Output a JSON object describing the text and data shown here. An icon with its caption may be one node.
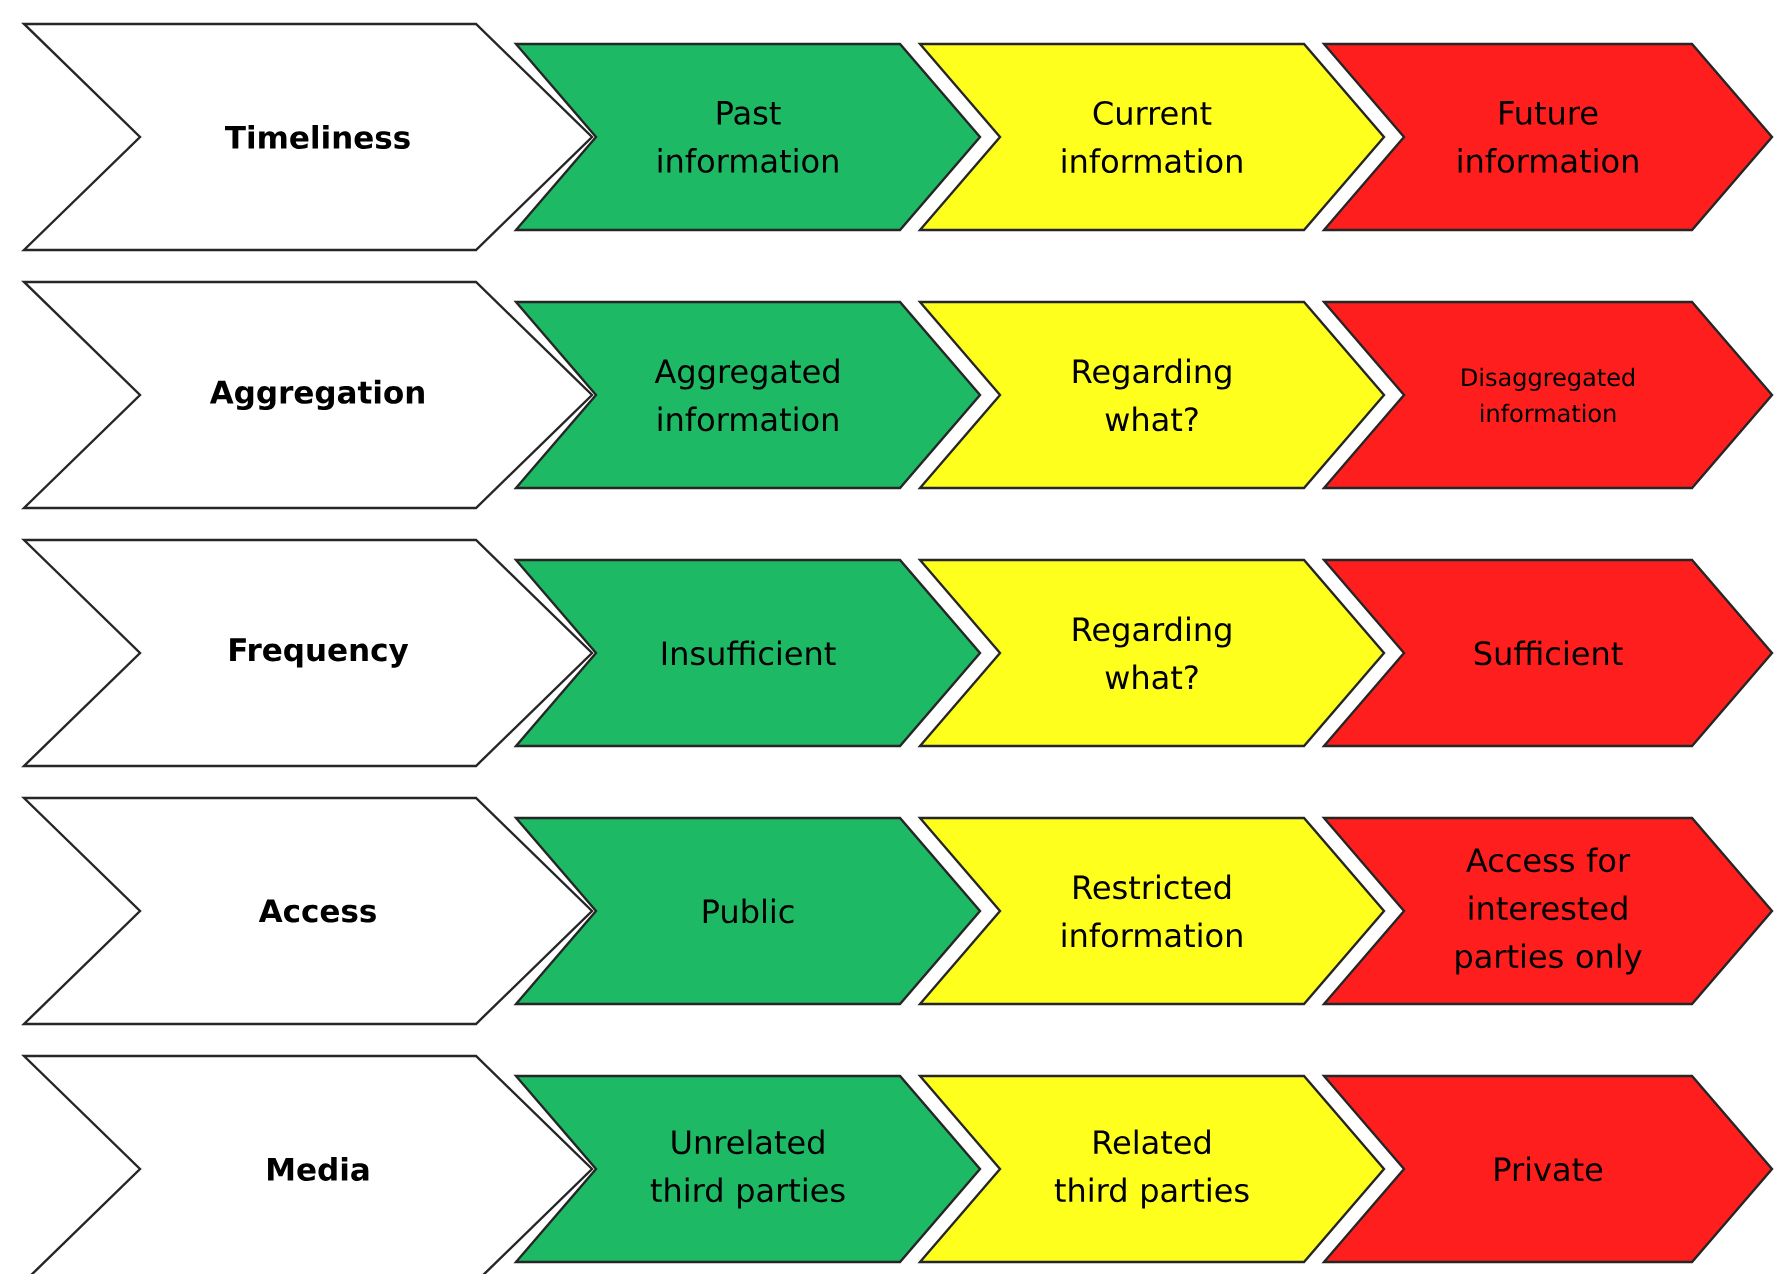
{
  "diagram": {
    "nodes": [
      {
        "text": [
          "Timeliness"
        ]
      },
      {
        "text": [
          "Past information"
        ]
      },
      {
        "text": [
          "Current information"
        ]
      },
      {
        "text": [
          "Future information"
        ]
      },
      {
        "text": [
          "Aggregation"
        ]
      },
      {
        "text": [
          "Aggregated information"
        ]
      },
      {
        "text": [
          "Regarding what?"
        ]
      },
      {
        "text": [
          "Disaggregated information"
        ]
      },
      {
        "text": [
          "Frequency"
        ]
      },
      {
        "text": [
          "Insufficient"
        ]
      },
      {
        "text": [
          "Regarding what?"
        ]
      },
      {
        "text": [
          "Sufficient"
        ]
      },
      {
        "text": [
          "Access"
        ]
      },
      {
        "text": [
          "Public"
        ]
      },
      {
        "text": [
          "Restricted information"
        ]
      },
      {
        "text": [
          "Access for interested parties only"
        ]
      },
      {
        "text": [
          "Media"
        ]
      },
      {
        "text": [
          "Unrelated third parties"
        ]
      },
      {
        "text": [
          "Related third parties"
        ]
      },
      {
        "text": [
          "Private"
        ]
      }
    ]
  }
}
